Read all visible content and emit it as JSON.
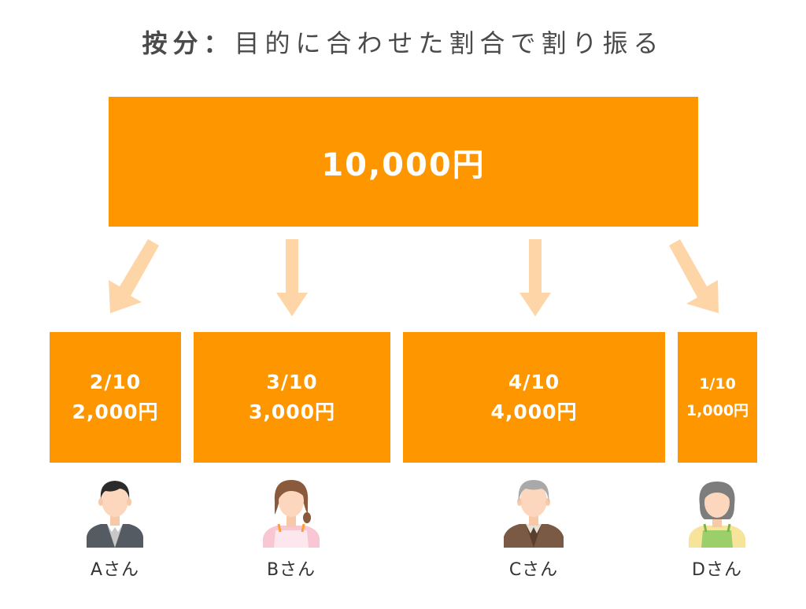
{
  "title": {
    "bold": "按分：",
    "rest": "目的に合わせた割合で割り振る"
  },
  "total": "10,000円",
  "shares": [
    {
      "person": "Aさん",
      "fraction": "2/10",
      "amount": "2,000円",
      "ratio": 0.2
    },
    {
      "person": "Bさん",
      "fraction": "3/10",
      "amount": "3,000円",
      "ratio": 0.3
    },
    {
      "person": "Cさん",
      "fraction": "4/10",
      "amount": "4,000円",
      "ratio": 0.4
    },
    {
      "person": "Dさん",
      "fraction": "1/10",
      "amount": "1,000円",
      "ratio": 0.1
    }
  ],
  "colors": {
    "box": "#fe9600",
    "arrow": "#fed5a6",
    "text_on_box": "#ffffff",
    "title_text": "#4a4a4a",
    "label_text": "#333333"
  },
  "icons": {
    "person_a": "man-in-suit-avatar-icon",
    "person_b": "woman-in-apron-avatar-icon",
    "person_c": "elderly-man-avatar-icon",
    "person_d": "elderly-woman-avatar-icon",
    "arrow": "arrow-down-icon"
  }
}
